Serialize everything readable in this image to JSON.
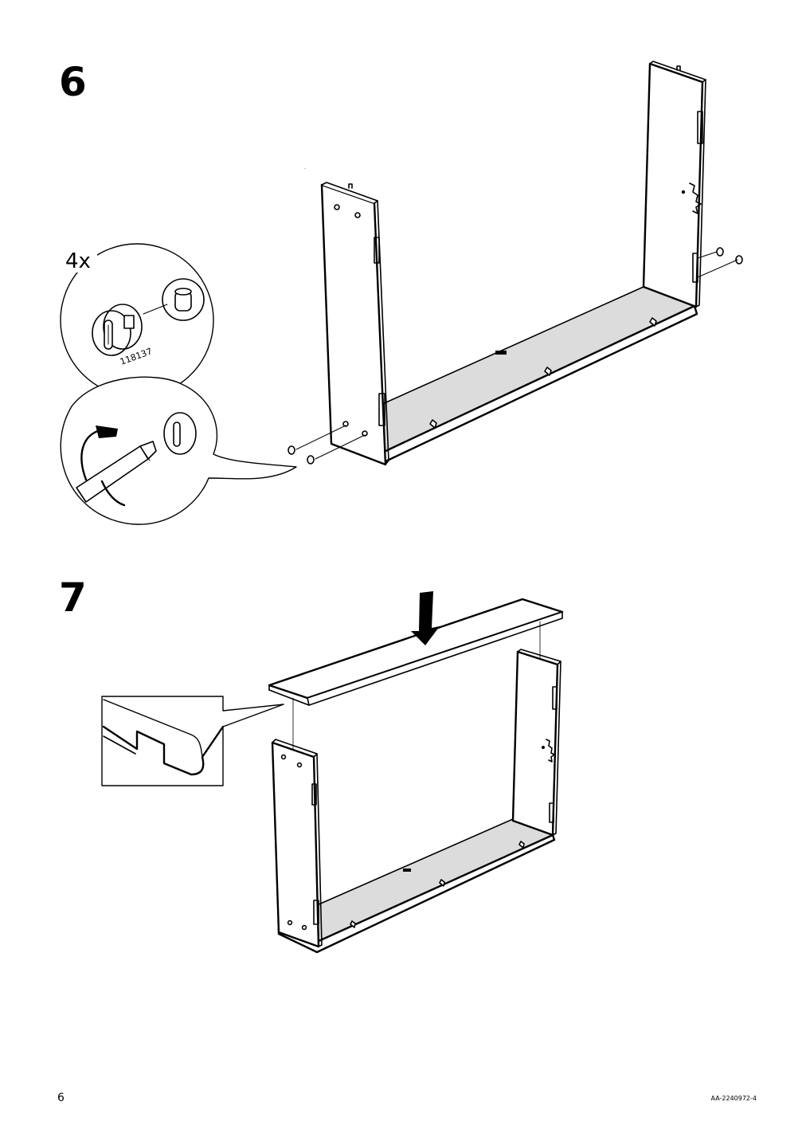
{
  "steps": [
    {
      "number": "6",
      "detail": {
        "quantity": "4x",
        "part_number": "118137",
        "icons": [
          "cam-lock-icon",
          "dowel-icon",
          "screwdriver-icon",
          "rotation-arrow-icon"
        ]
      }
    },
    {
      "number": "7",
      "icons": [
        "down-arrow-icon",
        "edge-profile-detail"
      ]
    }
  ],
  "footer": {
    "page_number": "6",
    "document_code": "AA-2240972-4"
  }
}
